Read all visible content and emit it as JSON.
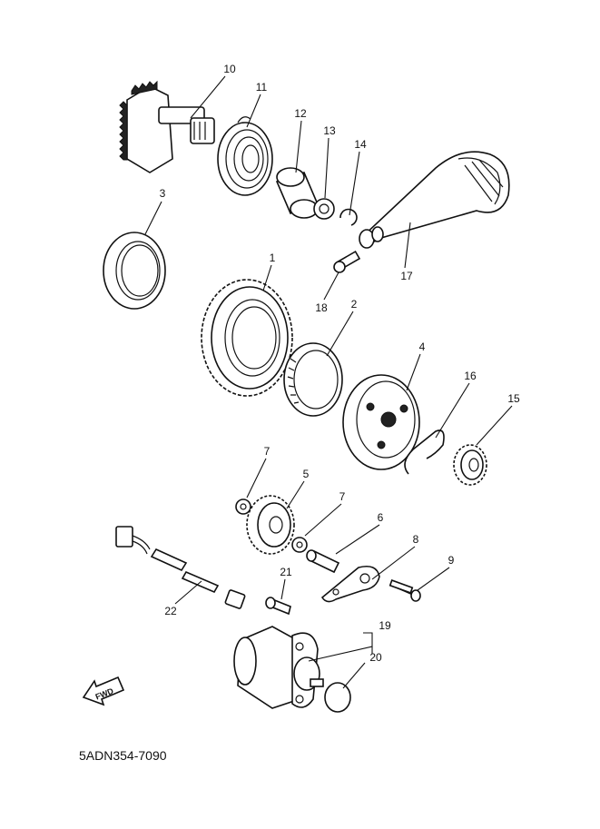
{
  "diagram_code": "5ADN354-7090",
  "fwd_label": "FWD",
  "callouts": {
    "c1": "1",
    "c2": "2",
    "c3": "3",
    "c4": "4",
    "c5": "5",
    "c6": "6",
    "c7a": "7",
    "c7b": "7",
    "c8": "8",
    "c9": "9",
    "c10": "10",
    "c11": "11",
    "c12": "12",
    "c13": "13",
    "c14": "14",
    "c15": "15",
    "c16": "16",
    "c17": "17",
    "c18": "18",
    "c19": "19",
    "c20": "20",
    "c21": "21",
    "c22": "22"
  }
}
